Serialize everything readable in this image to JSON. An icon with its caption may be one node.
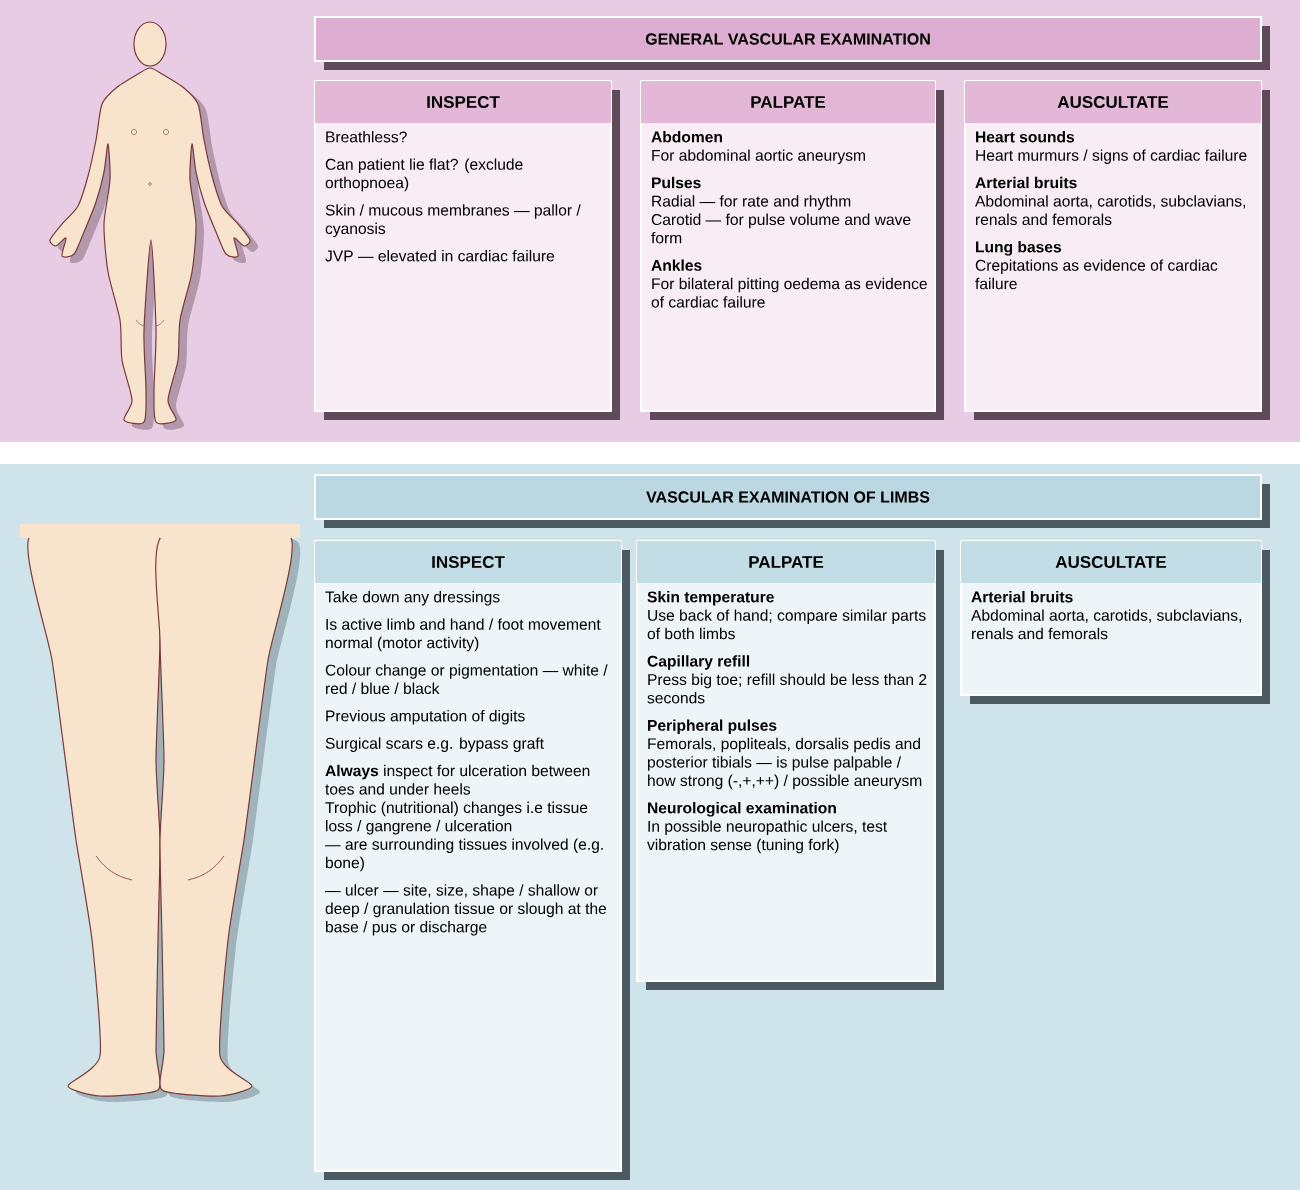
{
  "diagram": {
    "nodes": [
      {
        "text": [
          "GENERAL VASCULAR EXAMINATION"
        ]
      },
      {
        "text": [
          "INSPECT",
          "Breathless?",
          "Can patient lie flat? (exclude orthopnoea)",
          "Skin / mucous membranes — pallor / cyanosis",
          "JVP — elevated in cardiac failure"
        ]
      },
      {
        "text": [
          "PALPATE",
          "Abdomen",
          "For abdominal aortic aneurysm",
          "Pulses",
          "Radial — for rate and rhythm",
          "Carotid — for pulse volume and wave form",
          "Ankles",
          "For bilateral pitting oedema as evidence of cardiac failure"
        ]
      },
      {
        "text": [
          "AUSCULTATE",
          "Heart sounds",
          "Heart murmurs / signs of cardiac failure",
          "Arterial bruits",
          "Abdominal aorta, carotids, subclavians, renals and femorals",
          "Lung bases",
          "Crepitations as evidence of cardiac failure"
        ]
      },
      {
        "text": [
          "VASCULAR EXAMINATION OF LIMBS"
        ]
      },
      {
        "text": [
          "INSPECT",
          "Take down any dressings",
          "Is active limb and hand / foot movement normal (motor activity)",
          "Colour change or pigmentation — white / red / blue / black",
          "Previous amputation of digits",
          "Surgical scars e.g. bypass graft",
          "**Always** inspect for ulceration between toes and under heels",
          "Trophic (nutritional) changes i.e tissue loss / gangrene / ulceration",
          "— are surrounding tissues involved (e.g. bone)",
          "— ulcer — site, size, shape / shallow or deep / granulation tissue or slough at the base / pus or discharge"
        ]
      },
      {
        "text": [
          "PALPATE",
          "Skin temperature",
          "Use back of hand; compare similar parts of both limbs",
          "Capillary refill",
          "Press big toe; refill should be less than 2 seconds",
          "Peripheral pulses",
          "Femorals, popliteals, dorsalis pedis and posterior tibials — is pulse palpable / how strong (-,+,++) / possible aneurysm",
          "Neurological examination",
          "In possible neuropathic ulcers, test vibration sense (tuning fork)"
        ]
      },
      {
        "text": [
          "AUSCULTATE",
          "Arterial bruits",
          "Abdominal aorta, carotids, subclavians, renals and femorals"
        ]
      }
    ]
  }
}
